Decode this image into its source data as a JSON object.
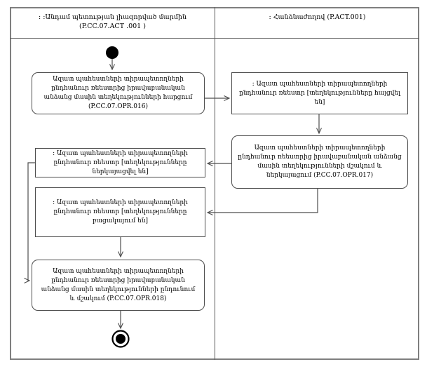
{
  "lanes": {
    "left": {
      "title": ": :Անդամ պետության լիազորված մարմին",
      "code": "(P.CC.07.ACT .001 )"
    },
    "right": {
      "title": ": Հանձնաժողով (P.ACT.001)"
    }
  },
  "nodes": {
    "opr016": {
      "lane": "left",
      "kind": "action",
      "text": "Ազատ պահեստների տիրապետողների ընդհանուր ռեեստրից իրավաբանական անձանց մասին տեղեկությունների հարցում (P.CC.07.OPR.016)"
    },
    "registry_requested": {
      "lane": "right",
      "kind": "object",
      "text": ": Ազատ պահեստների տիրապետողների ընդհանուր ռեեստր [տեղեկությունները հայցվել են]"
    },
    "opr017": {
      "lane": "right",
      "kind": "action",
      "text": "Ազատ պահեստների տիրապետողների ընդհանուր ռեեստրից իրավաբանական անձանց մասին տեղեկությունների մշակում և ներկայացում (P.CC.07.OPR.017)"
    },
    "registry_presented": {
      "lane": "left",
      "kind": "object",
      "text": ": Ազատ պահեստների տիրապետողների ընդհանուր ռեեստր [տեղեկությունները ներկայացվել են]"
    },
    "registry_absent": {
      "lane": "left",
      "kind": "object",
      "text": ": Ազատ պահեստների տիրապետողների ընդհանուր ռեեստր [տեղեկությունները բացակայում են]"
    },
    "opr018": {
      "lane": "left",
      "kind": "action",
      "text": "Ազատ պահեստների տիրապետողների ընդհանուր ռեեստրից իրավաբանական անձանց մասին տեղեկությունների ընդունում և մշակում (P.CC.07.OPR.018)"
    }
  },
  "edges": [
    {
      "from": "initial-node",
      "to": "opr016"
    },
    {
      "from": "opr016",
      "to": "registry_requested"
    },
    {
      "from": "registry_requested",
      "to": "opr017"
    },
    {
      "from": "opr017",
      "to": "registry_presented"
    },
    {
      "from": "opr017",
      "to": "registry_absent"
    },
    {
      "from": "registry_presented",
      "to": "opr018"
    },
    {
      "from": "registry_absent",
      "to": "opr018"
    },
    {
      "from": "opr018",
      "to": "final-node"
    }
  ],
  "colors": {
    "line": "#4d4d4d",
    "frame": "#7f7f7f",
    "text": "#000000",
    "background": "#ffffff"
  }
}
